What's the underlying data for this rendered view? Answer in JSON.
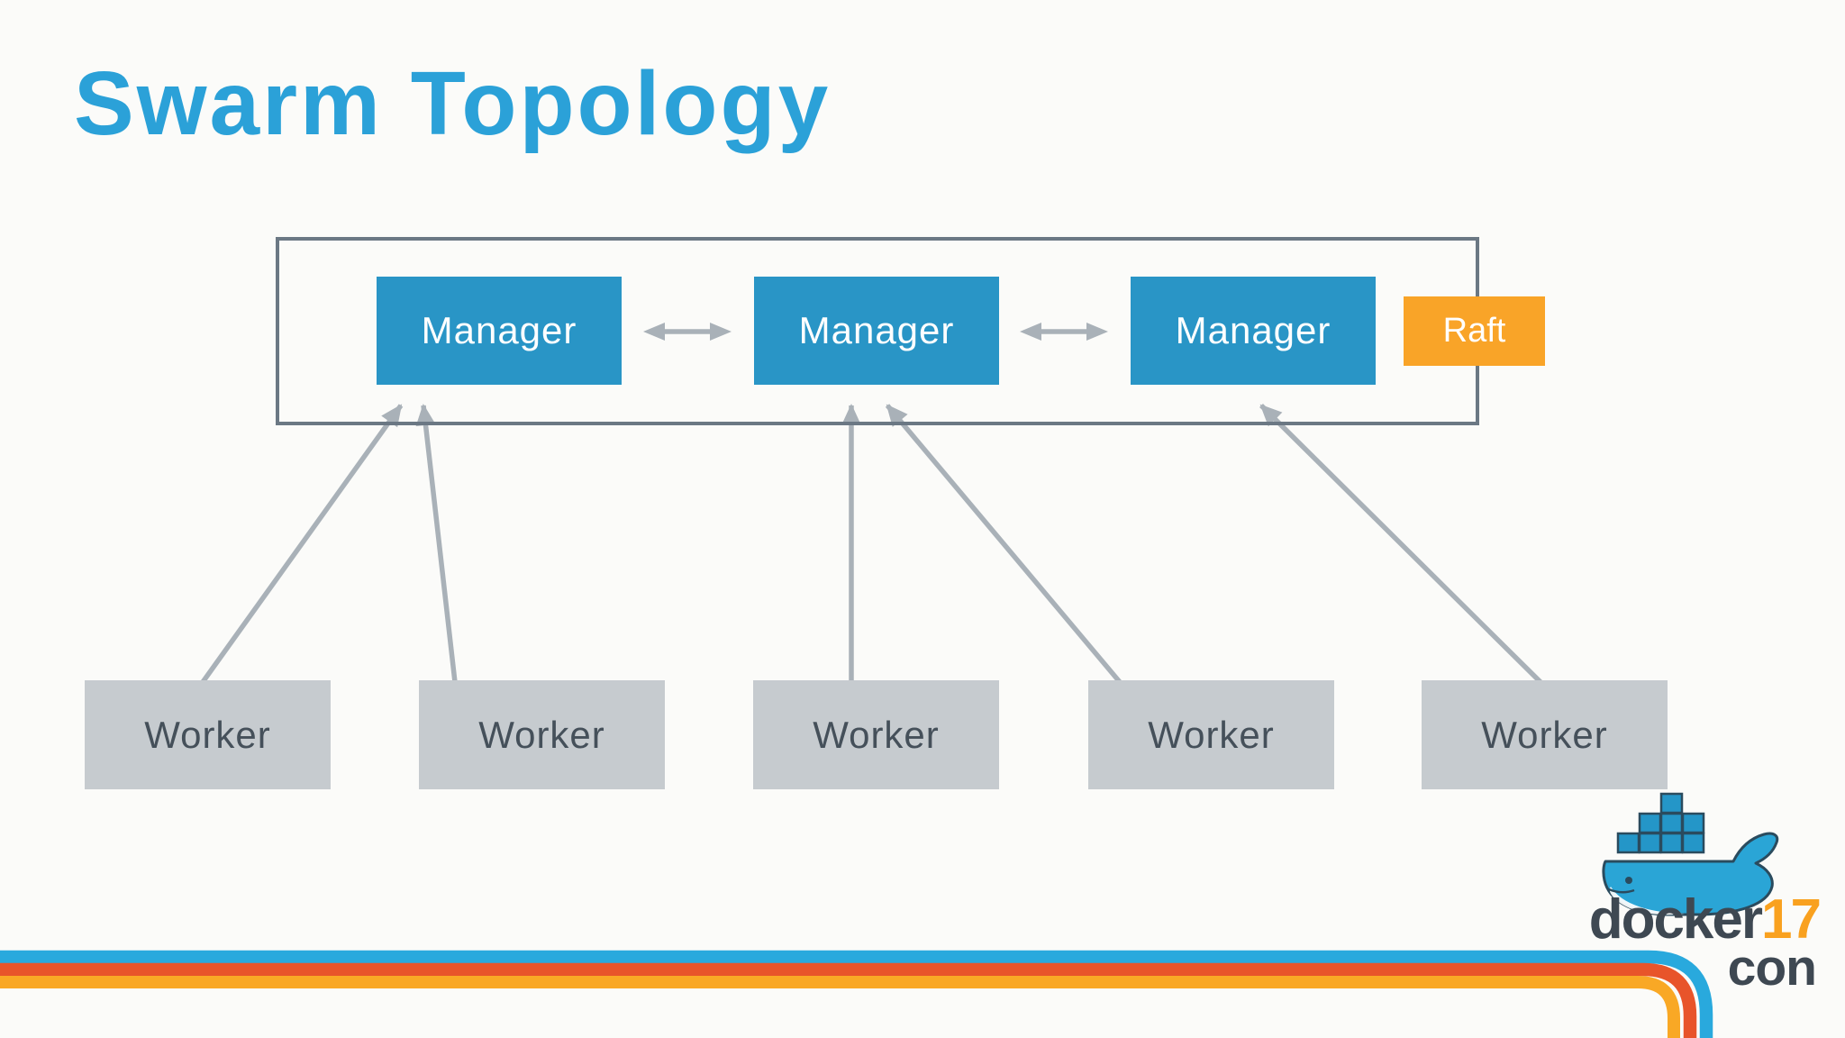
{
  "slide": {
    "title": "Swarm Topology"
  },
  "cluster": {
    "managers": [
      {
        "label": "Manager"
      },
      {
        "label": "Manager"
      },
      {
        "label": "Manager"
      }
    ],
    "raft": {
      "label": "Raft"
    }
  },
  "workers": [
    {
      "label": "Worker"
    },
    {
      "label": "Worker"
    },
    {
      "label": "Worker"
    },
    {
      "label": "Worker"
    },
    {
      "label": "Worker"
    }
  ],
  "edges": {
    "manager_links": [
      "manager-1<->manager-2",
      "manager-2<->manager-3"
    ],
    "worker_links": [
      "worker-1->manager-1",
      "worker-2->manager-1",
      "worker-3->manager-2",
      "worker-4->manager-2",
      "worker-5->manager-3"
    ]
  },
  "logo": {
    "brand": "docker",
    "year": "17",
    "suffix": "con",
    "icon": "docker-whale-icon"
  },
  "colors": {
    "title_blue": "#2BA1D8",
    "manager_blue": "#2995C6",
    "raft_orange": "#F9A428",
    "worker_gray": "#C6CBCF",
    "worker_text": "#45505A",
    "box_border": "#6B7884",
    "arrow_gray": "#A9B1B8",
    "stripe_blue": "#29A9DD",
    "stripe_red": "#E8542A",
    "stripe_amber": "#F9A825",
    "logo_dark": "#3E4852",
    "logo_orange": "#F9A11F"
  }
}
